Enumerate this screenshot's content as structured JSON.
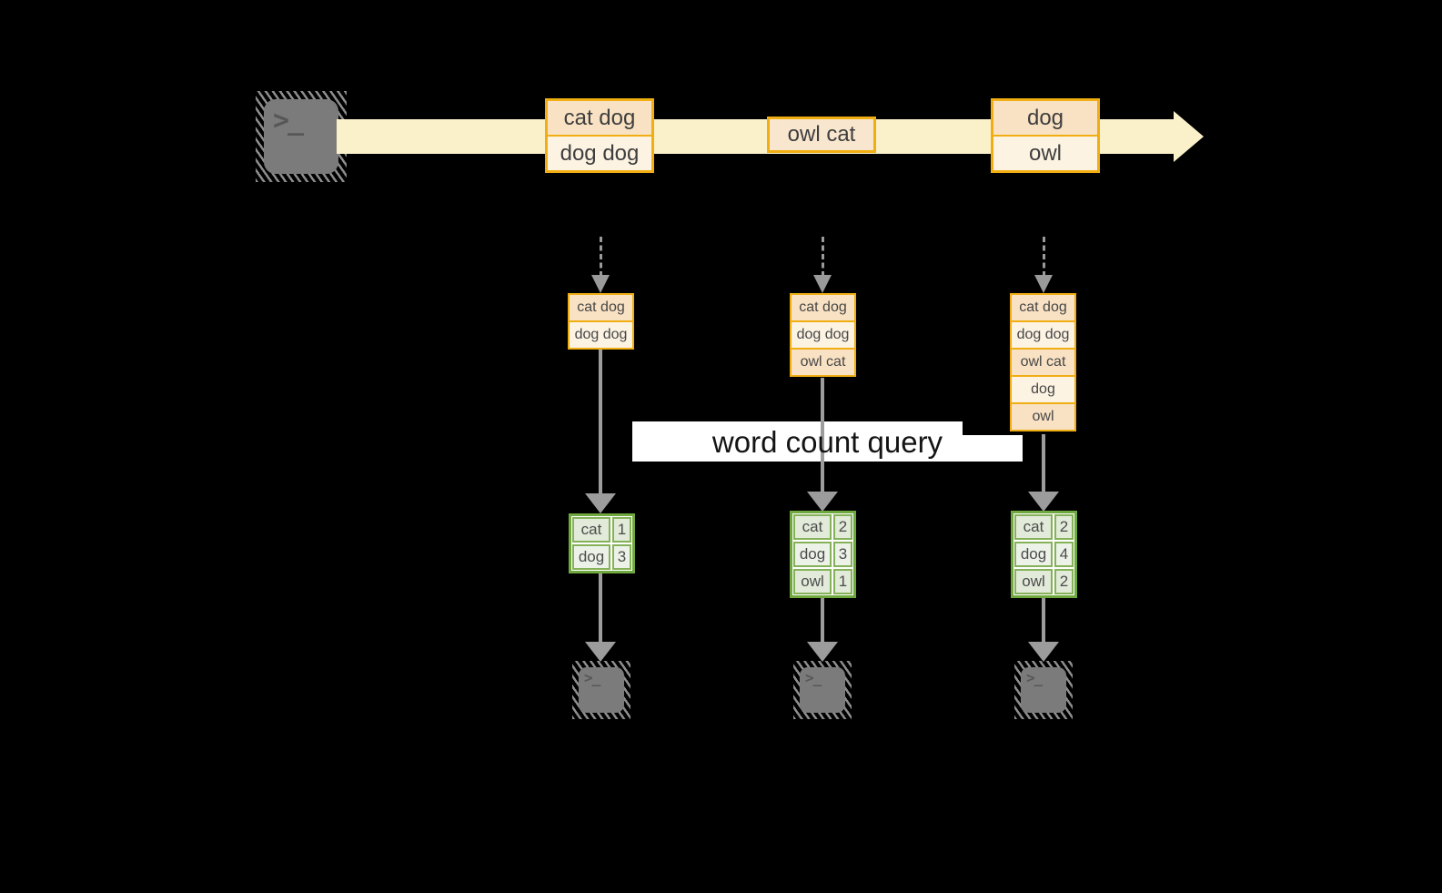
{
  "diagram": {
    "query_label": "word count query",
    "prompt_glyph": ">_"
  },
  "stream": {
    "batches": [
      {
        "lines": [
          "cat dog",
          "dog dog"
        ]
      },
      {
        "lines": [
          "owl cat"
        ]
      },
      {
        "lines": [
          "dog",
          "owl"
        ]
      }
    ]
  },
  "columns": [
    {
      "accumulated": [
        "cat dog",
        "dog dog"
      ],
      "counts": [
        {
          "word": "cat",
          "count": "1"
        },
        {
          "word": "dog",
          "count": "3"
        }
      ]
    },
    {
      "accumulated": [
        "cat dog",
        "dog dog",
        "owl cat"
      ],
      "counts": [
        {
          "word": "cat",
          "count": "2"
        },
        {
          "word": "dog",
          "count": "3"
        },
        {
          "word": "owl",
          "count": "1"
        }
      ]
    },
    {
      "accumulated": [
        "cat dog",
        "dog dog",
        "owl cat",
        "dog",
        "owl"
      ],
      "counts": [
        {
          "word": "cat",
          "count": "2"
        },
        {
          "word": "dog",
          "count": "4"
        },
        {
          "word": "owl",
          "count": "2"
        }
      ]
    }
  ],
  "colors": {
    "stream_band": "#FAF1CB",
    "box_border": "#F0AE12",
    "cell_peach": "#F9E2C3",
    "cell_cream": "#FDF3E3",
    "table_border": "#6FA83D",
    "table_cell_a": "#E2EAD9",
    "table_cell_b": "#EDF2E9",
    "arrow_gray": "#9C9C9C",
    "label_bg": "#FFFFFF"
  }
}
